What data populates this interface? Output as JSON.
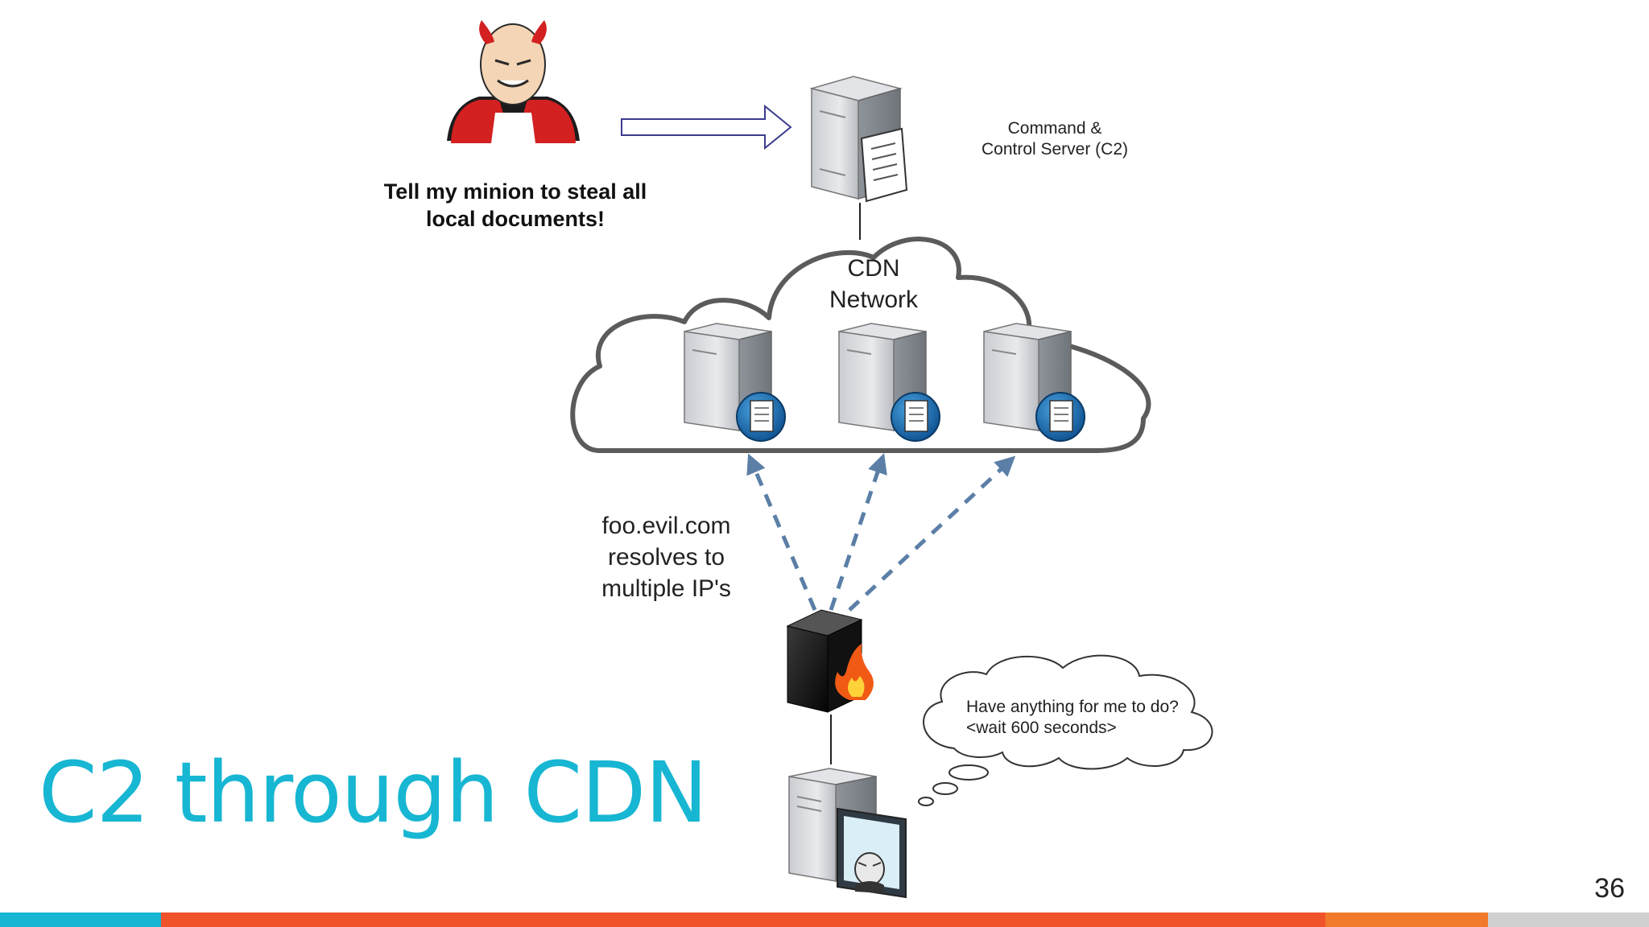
{
  "slide": {
    "title": "C2 through CDN",
    "page_number": "36"
  },
  "diagram": {
    "villain_caption": "Tell my minion to steal all\nlocal documents!",
    "c2_label": "Command &\nControl Server (C2)",
    "cdn_label": "CDN\nNetwork",
    "dns_label": "foo.evil.com\nresolves to\nmultiple IP's",
    "thought": "Have anything for me to do?\n<wait 600 seconds>",
    "icons": [
      "devil-icon",
      "c2-server-icon",
      "cdn-server-icon",
      "firewall-icon",
      "infected-computer-icon",
      "cloud-icon",
      "thought-bubble-icon"
    ]
  },
  "colors": {
    "title": "#17b6d2",
    "arrow_dashed": "#5b7fa6",
    "arrow_outline": "#3b3b8f",
    "bar": [
      "#17b6d2",
      "#f0522a",
      "#f07a2a",
      "#d0d0d0"
    ]
  }
}
